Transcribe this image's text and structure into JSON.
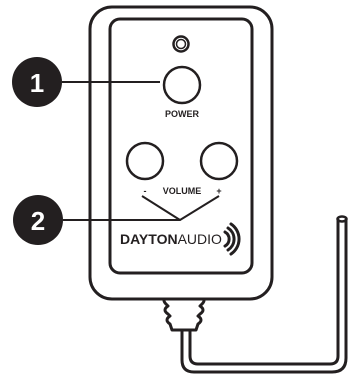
{
  "remote": {
    "power_label": "POWER",
    "volume_label": "VOLUME",
    "volume_minus": "-",
    "volume_plus": "+",
    "brand_bold": "DAYTON",
    "brand_light": "AUDIO"
  },
  "callouts": [
    {
      "number": "1"
    },
    {
      "number": "2"
    }
  ],
  "colors": {
    "outline": "#231f20",
    "callout_fill": "#231f20",
    "callout_text": "#ffffff",
    "body_fill": "#ffffff"
  }
}
